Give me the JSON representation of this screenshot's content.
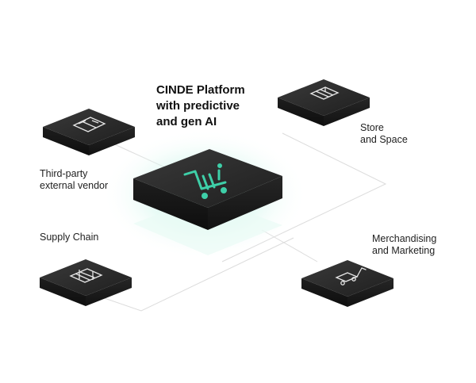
{
  "diagram": {
    "title_lines": [
      "CINDE Platform",
      "with predictive",
      "and gen AI"
    ],
    "nodes": {
      "hub": {
        "icon": "shopping-cart-ai-icon",
        "accent": "#3ecfa8"
      },
      "third_party": {
        "lines": [
          "Third-party",
          "external vendor"
        ],
        "icon": "storefront-panels-icon"
      },
      "store": {
        "lines": [
          "Store",
          "and Space"
        ],
        "icon": "awning-store-icon"
      },
      "supply": {
        "lines": [
          "Supply Chain"
        ],
        "icon": "shelving-rack-icon"
      },
      "merch": {
        "lines": [
          "Merchandising",
          "and Marketing"
        ],
        "icon": "hand-truck-icon"
      }
    },
    "colors": {
      "tile_top": "#2a2a2a",
      "tile_side": "#161616",
      "icon_stroke": "#e6e6e6",
      "connector": "#d9d9d9",
      "glow": "#c9f5e8"
    }
  }
}
